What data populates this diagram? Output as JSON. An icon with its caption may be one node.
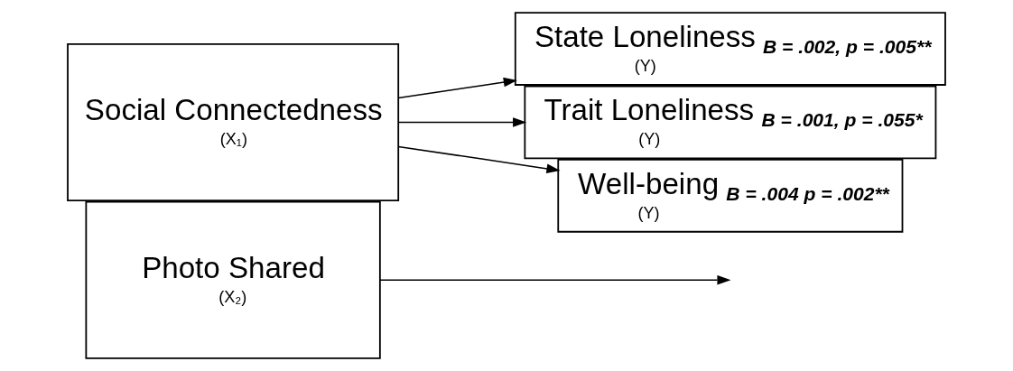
{
  "diagram": {
    "nodes": [
      {
        "text": [
          "Photo Shared",
          "(X₂)"
        ]
      },
      {
        "text": [
          "Social Connectedness",
          "(X₁)"
        ]
      },
      {
        "text": [
          "State Loneliness",
          "(Y)",
          "B = .002, p = .005**"
        ]
      },
      {
        "text": [
          "Trait Loneliness",
          "(Y)",
          "B = .001, p = .055*"
        ]
      },
      {
        "text": [
          "Well-being",
          "(Y)",
          "B = .004 p = .002**"
        ]
      }
    ],
    "edges": [
      {
        "from": 0,
        "to": null,
        "arrow": "to"
      },
      {
        "from": 1,
        "to": 2,
        "arrow": "to"
      },
      {
        "from": 1,
        "to": 3,
        "arrow": "to"
      },
      {
        "from": 1,
        "to": 4,
        "arrow": "to"
      }
    ]
  }
}
